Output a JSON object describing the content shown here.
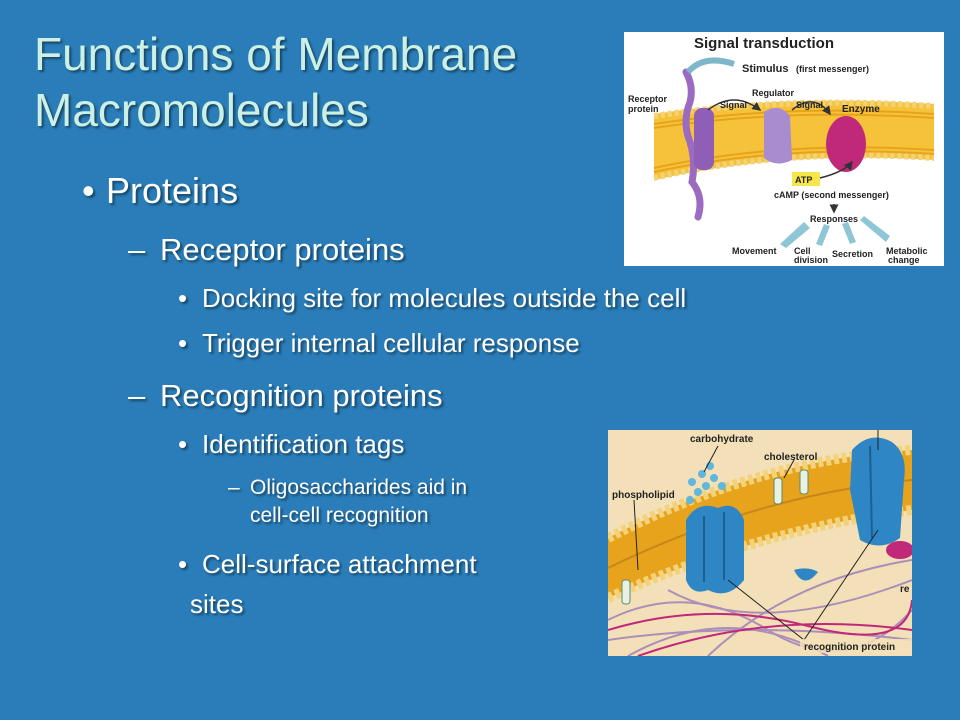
{
  "slide": {
    "title_line1": "Functions of Membrane",
    "title_line2": "Macromolecules"
  },
  "bullets": {
    "proteins": "Proteins",
    "receptor": "Receptor proteins",
    "receptor_items": [
      "Docking site for molecules outside the cell",
      "Trigger internal cellular response"
    ],
    "recognition": "Recognition proteins",
    "identification": "Identification tags",
    "oligo_line1": "Oligosaccharides aid in",
    "oligo_line2": "cell-cell recognition",
    "attachment_line1": "Cell-surface attachment",
    "attachment_line2": "sites"
  },
  "figure_signal": {
    "title": "Signal transduction",
    "stimulus": "Stimulus",
    "first_messenger": "(first messenger)",
    "receptor_line1": "Receptor",
    "receptor_line2": "protein",
    "regulator": "Regulator",
    "signal1": "Signal",
    "signal2": "Signal",
    "enzyme": "Enzyme",
    "atp": "ATP",
    "camp": "cAMP (second messenger)",
    "responses": "Responses",
    "movement": "Movement",
    "cell_line1": "Cell",
    "cell_line2": "division",
    "secretion": "Secretion",
    "metabolic_line1": "Metabolic",
    "metabolic_line2": "change"
  },
  "figure_membrane": {
    "carbohydrate": "carbohydrate",
    "cholesterol": "cholesterol",
    "phospholipid": "phospholipid",
    "recognition_protein": "recognition protein",
    "cut_label": "re"
  },
  "colors": {
    "background": "#2a7db8",
    "title": "#ccf0e4",
    "text": "#ffffff"
  }
}
